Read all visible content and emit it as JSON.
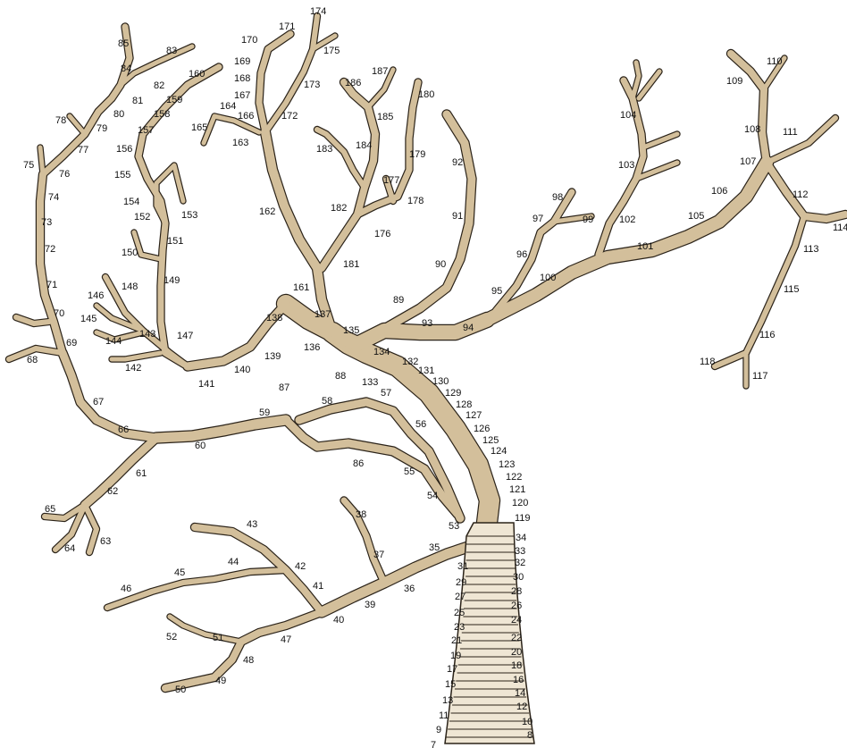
{
  "diagram": {
    "colors": {
      "branch_fill": "#d3bf9b",
      "branch_outline": "#2b2319",
      "trunk_fill": "#efe6d4",
      "label": "#111111"
    },
    "segment_labels": [
      "7",
      "8",
      "9",
      "10",
      "11",
      "12",
      "13",
      "14",
      "15",
      "16",
      "17",
      "18",
      "19",
      "20",
      "21",
      "22",
      "23",
      "24",
      "25",
      "26",
      "27",
      "28",
      "29",
      "30",
      "31",
      "32",
      "33",
      "34",
      "35",
      "36",
      "37",
      "38",
      "39",
      "40",
      "41",
      "42",
      "43",
      "44",
      "45",
      "46",
      "47",
      "48",
      "49",
      "50",
      "51",
      "52",
      "53",
      "54",
      "55",
      "56",
      "57",
      "58",
      "59",
      "60",
      "61",
      "62",
      "63",
      "64",
      "65",
      "66",
      "67",
      "68",
      "69",
      "70",
      "71",
      "72",
      "73",
      "74",
      "75",
      "76",
      "77",
      "78",
      "79",
      "80",
      "81",
      "82",
      "83",
      "84",
      "85",
      "86",
      "87",
      "88",
      "89",
      "90",
      "91",
      "92",
      "93",
      "94",
      "95",
      "96",
      "97",
      "98",
      "99",
      "100",
      "101",
      "102",
      "103",
      "104",
      "105",
      "106",
      "107",
      "108",
      "109",
      "110",
      "111",
      "112",
      "113",
      "114",
      "115",
      "116",
      "117",
      "118",
      "119",
      "120",
      "121",
      "122",
      "123",
      "124",
      "125",
      "126",
      "127",
      "128",
      "129",
      "130",
      "131",
      "132",
      "133",
      "134",
      "135",
      "136",
      "137",
      "138",
      "139",
      "140",
      "141",
      "142",
      "143",
      "144",
      "145",
      "146",
      "147",
      "148",
      "149",
      "150",
      "151",
      "152",
      "153",
      "154",
      "155",
      "156",
      "157",
      "158",
      "159",
      "160",
      "161",
      "162",
      "163",
      "164",
      "165",
      "166",
      "167",
      "168",
      "169",
      "170",
      "171",
      "172",
      "173",
      "174",
      "175",
      "176",
      "177",
      "178",
      "179",
      "180",
      "181",
      "182",
      "183",
      "184",
      "185",
      "186",
      "187"
    ]
  }
}
